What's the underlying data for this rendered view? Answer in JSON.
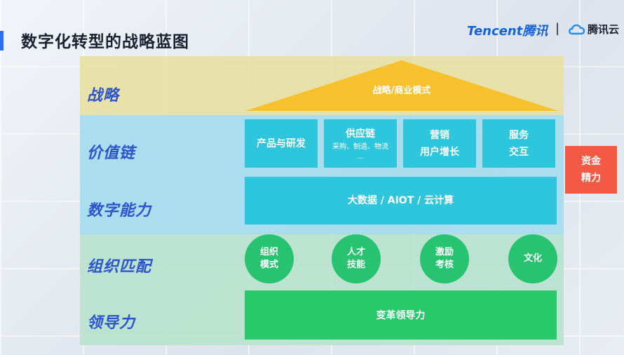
{
  "page": {
    "title": "数字化转型的战略蓝图"
  },
  "logos": {
    "tencent": "Tencent",
    "tencent_cn": "腾讯",
    "separator": "|",
    "cloud": "腾讯云"
  },
  "layers": [
    "战略",
    "价值链",
    "数字能力",
    "组织匹配",
    "领导力"
  ],
  "strategy": {
    "roof_label": "战略/商业模式"
  },
  "value_chain": [
    {
      "line1": "产品与研发",
      "line2": ""
    },
    {
      "line1": "供应链",
      "line2": "采购、制造、物流",
      "line3": "..."
    },
    {
      "line1": "营销",
      "line2": "用户增长"
    },
    {
      "line1": "服务",
      "line2": "交互"
    }
  ],
  "digital_capability": "大数据 / AIOT / 云计算",
  "org_fit": [
    {
      "line1": "组织",
      "line2": "模式"
    },
    {
      "line1": "人才",
      "line2": "技能"
    },
    {
      "line1": "激励",
      "line2": "考核"
    },
    {
      "line1": "文化",
      "line2": ""
    }
  ],
  "leadership": "变革领导力",
  "funding": {
    "line1": "资金",
    "line2": "精力"
  },
  "colors": {
    "strategy_band": "#e7dfa3",
    "value_band": "#a7dcec",
    "org_band": "#b9e3cf",
    "roof": "#f6c12c",
    "value_box": "#2ec6dc",
    "org_circle": "#28c371",
    "funding": "#f25a46",
    "layer_label": "#2d55c9"
  }
}
